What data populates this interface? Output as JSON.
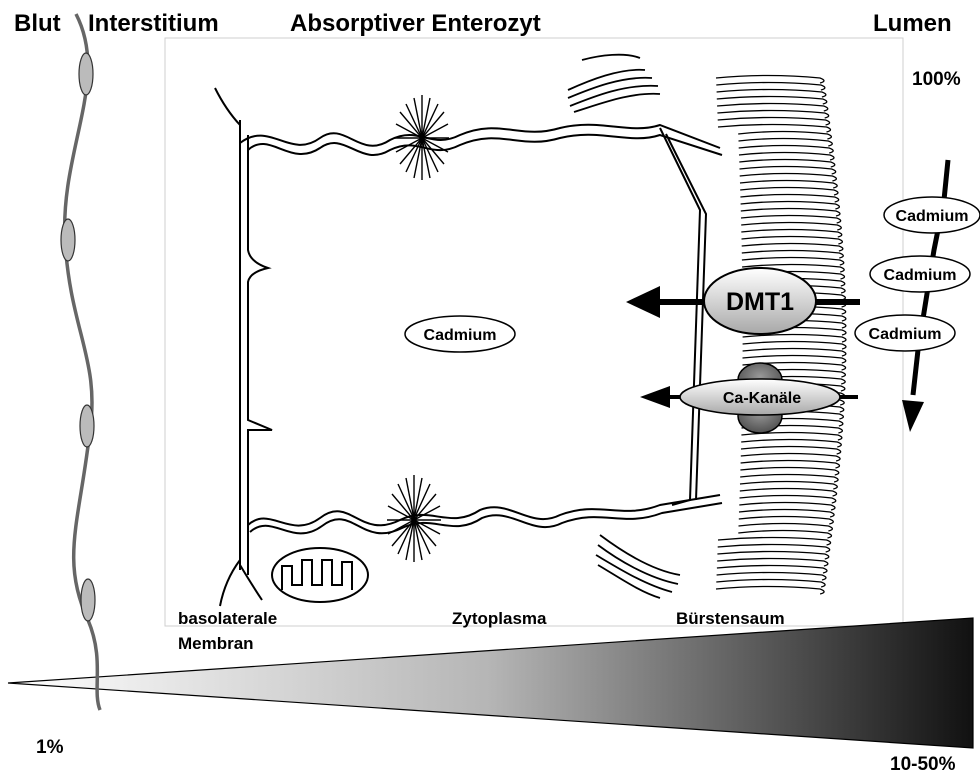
{
  "headers": {
    "blood": "Blut",
    "interstitium": "Interstitium",
    "enterocyte": "Absorptiver Enterozyt",
    "lumen": "Lumen"
  },
  "regions": {
    "basolateral_line1": "basolaterale",
    "basolateral_line2": "Membran",
    "cytoplasm": "Zytoplasma",
    "brush_border": "Bürstensaum"
  },
  "concentrations": {
    "lumen": "100%",
    "blood": "1%",
    "gradient_end": "10-50%"
  },
  "transporters": {
    "dmt1": "DMT1",
    "ca_channels": "Ca-Kanäle"
  },
  "cadmium": {
    "intracellular": "Cadmium",
    "lumen": [
      "Cadmium",
      "Cadmium",
      "Cadmium"
    ]
  },
  "colors": {
    "ink": "#000000",
    "vessel": "#666666",
    "rbc": "#bbbbbb",
    "transporter": "#cccccc",
    "gradient_light": "#ffffff",
    "gradient_dark": "#111111"
  }
}
